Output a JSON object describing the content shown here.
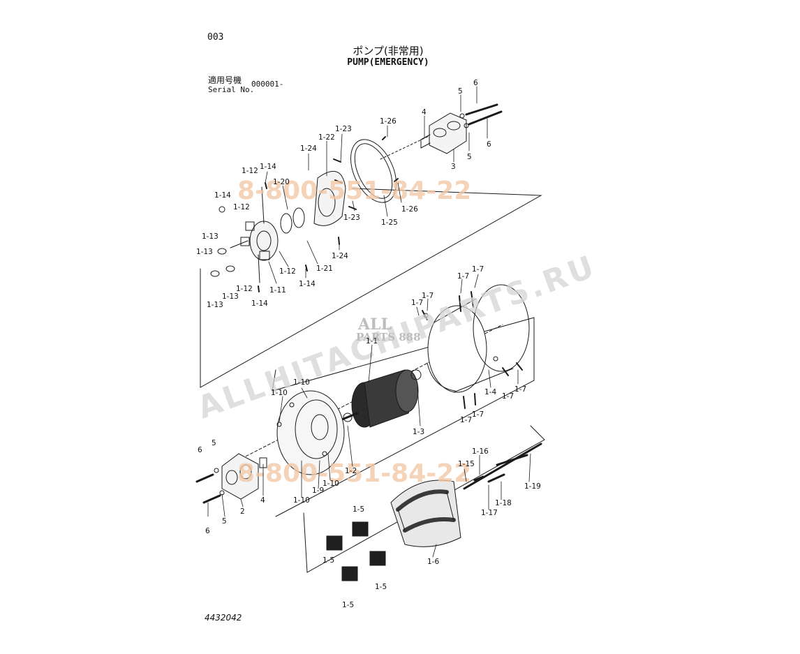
{
  "page_number": "003",
  "title_jp": "ポンプ(非常用)",
  "title_en": "PUMP(EMERGENCY)",
  "serial": {
    "label_jp": "適用号機",
    "label_en": "Serial No.",
    "value": "000001-"
  },
  "figure_id": "4432042",
  "watermarks": {
    "phone_upper": "8-800-551-84-22",
    "phone_lower": "8-800-551-84-22",
    "site": "ALLHITACHIPARTS.RU",
    "logo_line1": "ALL",
    "logo_line2": "PARTS 888"
  },
  "callouts": {
    "c_6a": "6",
    "c_5a": "5",
    "c_4a": "4",
    "c_3": "3",
    "c_5b": "5",
    "c_6b": "6",
    "c_1_26a": "1-26",
    "c_1_23a": "1-23",
    "c_1_22": "1-22",
    "c_1_24a": "1-24",
    "c_1_12a": "1-12",
    "c_1_14a": "1-14",
    "c_1_20": "1-20",
    "c_1_14b": "1-14",
    "c_1_12b": "1-12",
    "c_1_13a": "1-13",
    "c_1_13b": "1-13",
    "c_1_23b": "1-23",
    "c_1_26b": "1-26",
    "c_1_25": "1-25",
    "c_1_24b": "1-24",
    "c_1_21": "1-21",
    "c_1_12c": "1-12",
    "c_1_14c": "1-14",
    "c_1_12d": "1-12",
    "c_1_11": "1-11",
    "c_1_13c": "1-13",
    "c_1_13d": "1-13",
    "c_1_14d": "1-14",
    "c_1_7a": "1-7",
    "c_1_7b": "1-7",
    "c_1_7c": "1-7",
    "c_1_7d": "1-7",
    "c_1_1": "1-1",
    "c_1_4": "1-4",
    "c_1_7e": "1-7",
    "c_1_7f": "1-7",
    "c_1_7g": "1-7",
    "c_1_7h": "1-7",
    "c_1_3": "1-3",
    "c_1_10a": "1-10",
    "c_1_10b": "1-10",
    "c_6c": "6",
    "c_5c": "5",
    "c_1_10c": "1-10",
    "c_1_9": "1-9",
    "c_1_2": "1-2",
    "c_1_10d": "1-10",
    "c_4b": "4",
    "c_2": "2",
    "c_5d": "5",
    "c_6d": "6",
    "c_1_16": "1-16",
    "c_1_15": "1-15",
    "c_1_19": "1-19",
    "c_1_18": "1-18",
    "c_1_17": "1-17",
    "c_1_5a": "1-5",
    "c_1_5b": "1-5",
    "c_1_5c": "1-5",
    "c_1_5d": "1-5",
    "c_1_6": "1-6"
  }
}
